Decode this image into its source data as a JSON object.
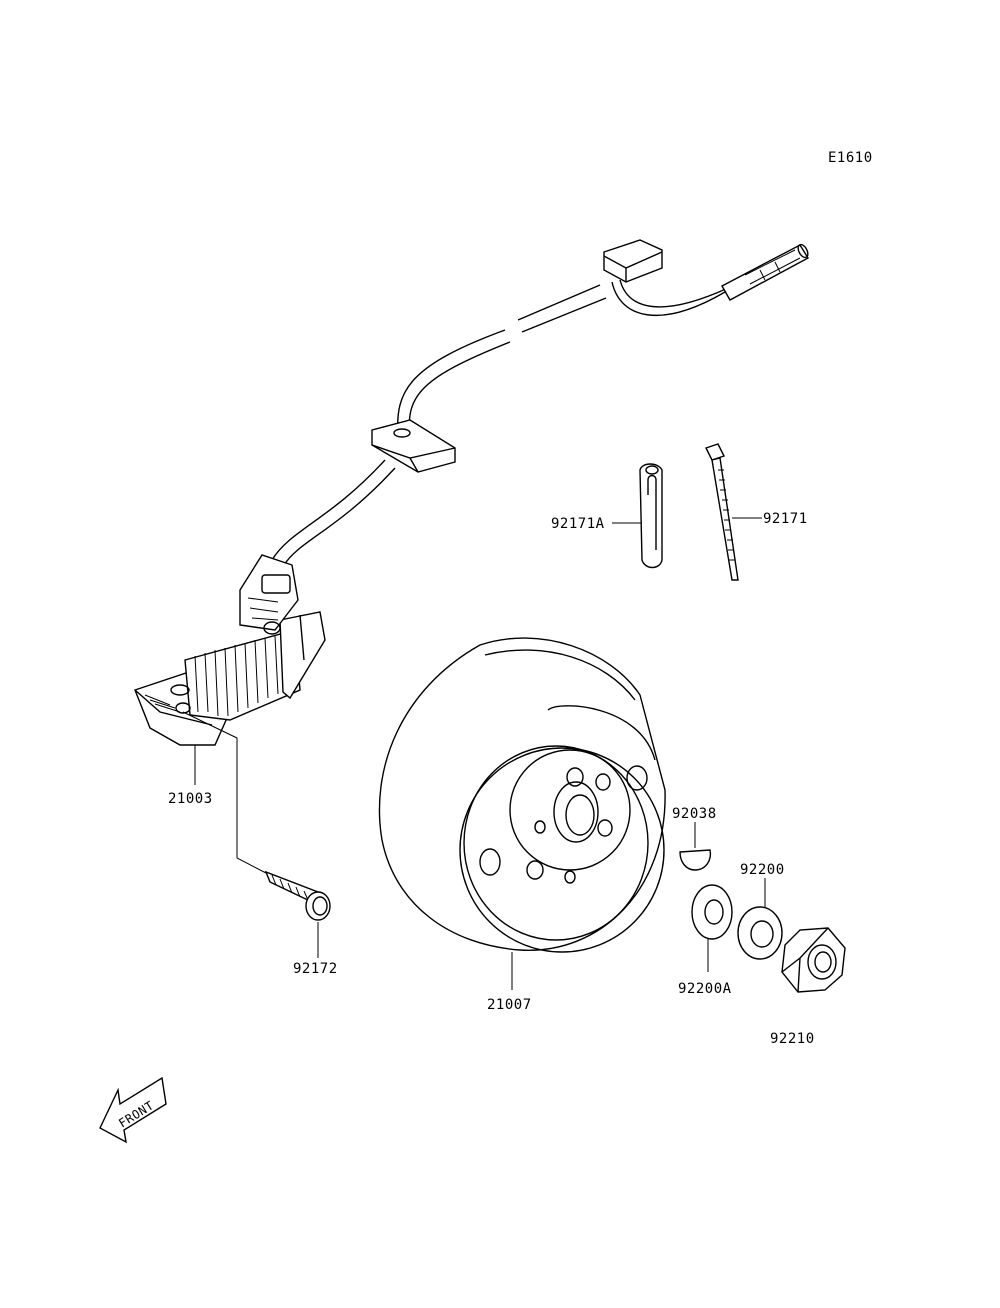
{
  "diagram_code": "E1610",
  "parts": {
    "wire_clamp": "92171A",
    "cable_tie": "92171",
    "stator_coil": "21003",
    "screw": "92172",
    "flywheel": "21007",
    "woodruff_key": "92038",
    "washer": "92200",
    "washer_a": "92200A",
    "nut": "92210"
  },
  "front_marker": "FRONT"
}
